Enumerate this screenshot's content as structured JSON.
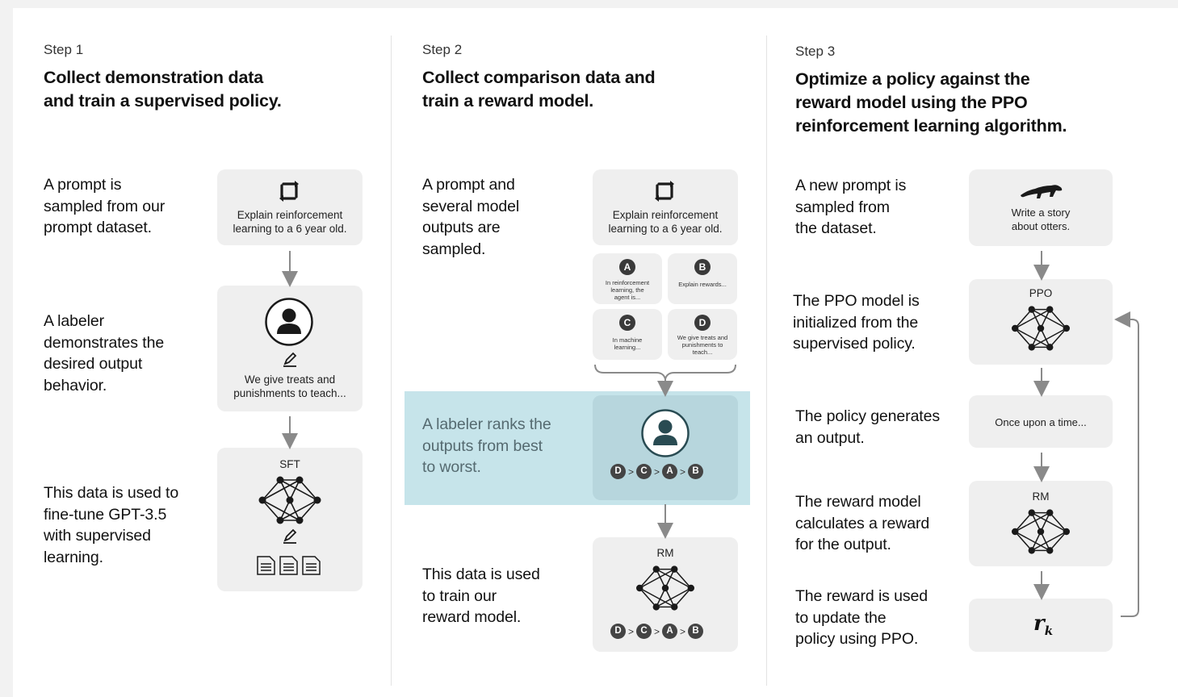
{
  "steps": [
    {
      "label": "Step 1",
      "title_line1": "Collect demonstration data",
      "title_line2": "and train a supervised policy.",
      "descriptions": [
        "A prompt is\nsampled from our\nprompt dataset.",
        "A labeler\ndemonstrates the\ndesired output\nbehavior.",
        "This data is used to\nfine-tune GPT-3.5\nwith supervised\nlearning."
      ],
      "prompt_card": "Explain reinforcement\nlearning to a 6 year old.",
      "labeler_card": "We give treats and\npunishments to teach...",
      "model_label": "SFT"
    },
    {
      "label": "Step 2",
      "title_line1": "Collect comparison data and",
      "title_line2": "train a reward model.",
      "descriptions": [
        "A prompt and\nseveral model\noutputs are\nsampled.",
        "A labeler ranks the\noutputs from best\nto worst.",
        "This data is used\nto train our\nreward model."
      ],
      "prompt_card": "Explain reinforcement\nlearning to a 6 year old.",
      "outputs": [
        {
          "letter": "A",
          "text": "In reinforcement\nlearning, the\nagent is..."
        },
        {
          "letter": "B",
          "text": "Explain rewards..."
        },
        {
          "letter": "C",
          "text": "In machine\nlearning..."
        },
        {
          "letter": "D",
          "text": "We give treats and\npunishments to\nteach..."
        }
      ],
      "ranking": [
        "D",
        "C",
        "A",
        "B"
      ],
      "ranking_sep": ">",
      "model_label": "RM"
    },
    {
      "label": "Step 3",
      "title_line1": "Optimize a policy against the",
      "title_line2": "reward model using the PPO",
      "title_line3": "reinforcement learning algorithm.",
      "descriptions": [
        "A new prompt is\nsampled from\nthe dataset.",
        "The PPO model is\ninitialized from the\nsupervised policy.",
        "The policy generates\nan output.",
        "The reward model\ncalculates a reward\nfor the output.",
        "The reward is used\nto update the\npolicy using PPO."
      ],
      "prompt_card": "Write a story\nabout otters.",
      "ppo_label": "PPO",
      "output_card": "Once upon a time...",
      "rm_label": "RM",
      "reward_symbol": "r",
      "reward_subscript": "k"
    }
  ],
  "colors": {
    "highlight": "#c6e4ea",
    "card": "#efefef",
    "icon": "#1a1a1a"
  },
  "icons": [
    "refresh-icon",
    "user-icon",
    "pencil-icon",
    "document-icon",
    "neural-network-icon",
    "otter-icon",
    "arrow-icon"
  ]
}
